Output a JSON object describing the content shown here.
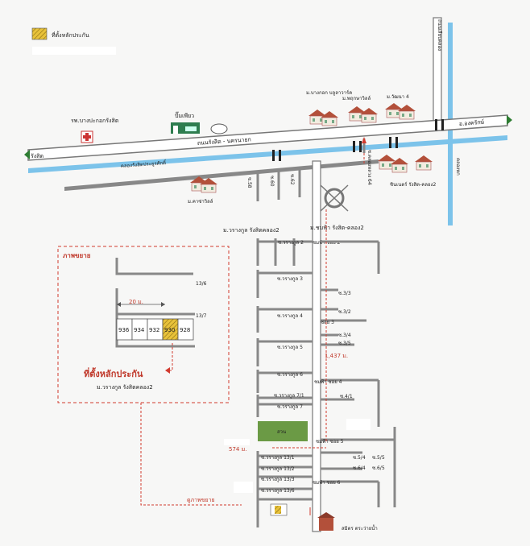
{
  "legend": {
    "label": "ที่ตั้งหลักประกัน"
  },
  "roads": {
    "rangsit": "รังสิต",
    "main_road": "ถนนรังสิต - นครนายก",
    "canal": "คลองรังสิตประยูรศักดิ์",
    "ongkarak": "อ.องครักษ์",
    "canal_right": "คลองหก",
    "road_right": "ถนนเลียบคลอง",
    "soi_left": "ซ.58",
    "soi_mid": "ซ.60",
    "soi_right": "ซ.62",
    "soi_main": "ซ.คลองหลวง 64"
  },
  "landmarks": {
    "hospital": "รพ.บางปะกอกรังสิต",
    "gas": "ปั๊มเพียว",
    "village_bangpakok": "ม.บางกอก บลูลาวาร์ค",
    "village_phruksa": "ม.พฤกษาวิลล์",
    "village_wattana": "ม.วัฒนา 4",
    "village_kasa": "ม.คาซ่าวิลล์",
    "village_chinnet": "ชินเนตร์ รังสิต-คลอง2",
    "village_waranggun": "ม.วรางกูล รังสิตคลอง2",
    "village_chomfah": "ม.ชมฟ้า รังสิต-คลอง2",
    "park": "สวน",
    "school": "สมิตร ตระว่ายน้ำ"
  },
  "distances": {
    "long": "1,437 ม.",
    "short": "574 ม.",
    "zoom": "20 ม."
  },
  "sois": {
    "chomfah_2": "ชมฟ้า ซอย 2",
    "waranggun_2": "ซ.วรางกูล 2",
    "waranggun_3": "ซ.วรางกูล 3",
    "waranggun_4": "ซ.วรางกูล 4",
    "waranggun_5": "ซ.วรางกูล 5",
    "waranggun_6": "ซ.วรางกูล 6",
    "waranggun_7_1": "ซ.วรางกูล 7/1",
    "waranggun_7": "ซ.วรางกูล 7",
    "waranggun_13_1": "ซ.วรางกูล 13/1",
    "waranggun_13_2": "ซ.วรางกูล 13/2",
    "waranggun_13_3": "ซ.วรางกูล 13/3",
    "waranggun_13_6": "ซ.วรางกูล 13/6",
    "s3_3": "ซ.3/3",
    "s3_2": "ซ.3/2",
    "soi_3": "ซอย 3",
    "s3_4": "ซ.3/4",
    "s3_5": "ซ.3/5",
    "chomfah_4": "ชมฟ้า ซอย 4",
    "s4_1": "ซ.4/1",
    "chomfah_5": "ชมฟ้า ซอย 5",
    "s5_4": "ซ.5/4",
    "s5_5": "ซ.5/5",
    "s6_4": "ซ.6/4",
    "s6_5": "ซ.6/5",
    "chomfah_6": "ชมฟ้า ซอย 6"
  },
  "inset": {
    "title": "ภาพขยาย",
    "label_13_6": "13/6",
    "label_13_7": "13/7",
    "houses": [
      "936",
      "934",
      "932",
      "930",
      "928"
    ],
    "collateral_label": "ที่ตั้งหลักประกัน",
    "village": "ม.วรางกูล รังสิตคลอง2",
    "see_zoom": "ดูภาพขยาย"
  },
  "colors": {
    "collateral": "#e8c23a",
    "red": "#d23b2f",
    "canal": "#7cc3ea",
    "park": "#6b9a45"
  }
}
